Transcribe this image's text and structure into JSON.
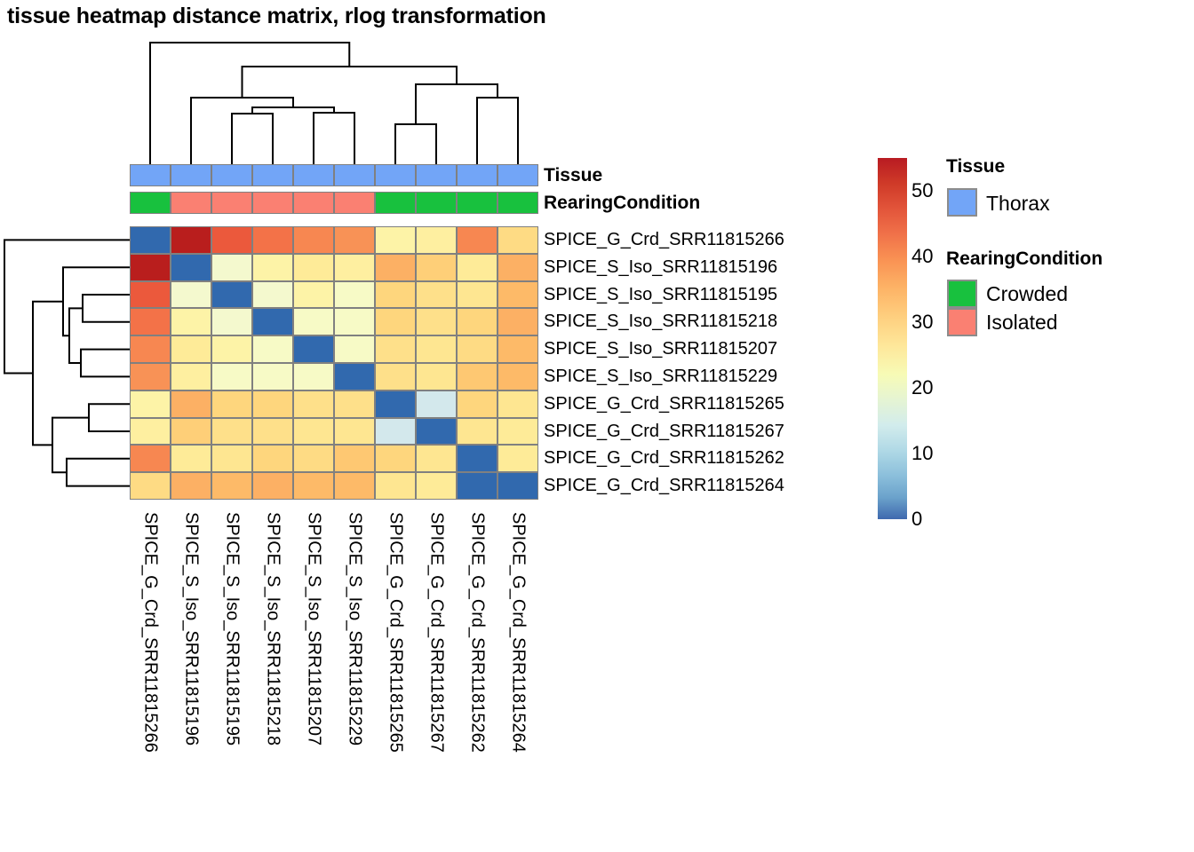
{
  "title": "tissue heatmap distance matrix, rlog transformation",
  "samples": [
    "SPICE_G_Crd_SRR11815266",
    "SPICE_S_Iso_SRR11815196",
    "SPICE_S_Iso_SRR11815195",
    "SPICE_S_Iso_SRR11815218",
    "SPICE_S_Iso_SRR11815207",
    "SPICE_S_Iso_SRR11815229",
    "SPICE_G_Crd_SRR11815265",
    "SPICE_G_Crd_SRR11815267",
    "SPICE_G_Crd_SRR11815262",
    "SPICE_G_Crd_SRR11815264"
  ],
  "annotations": {
    "tissue_title": "Tissue",
    "rearing_title": "RearingCondition",
    "tissue_values": [
      "Thorax",
      "Thorax",
      "Thorax",
      "Thorax",
      "Thorax",
      "Thorax",
      "Thorax",
      "Thorax",
      "Thorax",
      "Thorax"
    ],
    "rearing_values": [
      "Crowded",
      "Isolated",
      "Isolated",
      "Isolated",
      "Isolated",
      "Isolated",
      "Crowded",
      "Crowded",
      "Crowded",
      "Crowded"
    ]
  },
  "legends": {
    "tissue": {
      "title": "Tissue",
      "entries": [
        {
          "label": "Thorax",
          "color": "#72a5f7"
        }
      ]
    },
    "rearing": {
      "title": "RearingCondition",
      "entries": [
        {
          "label": "Crowded",
          "color": "#18c13e"
        },
        {
          "label": "Isolated",
          "color": "#fa8072"
        }
      ]
    }
  },
  "colorbar": {
    "ticks": [
      50,
      40,
      30,
      20,
      10,
      0
    ],
    "min": 0,
    "max": 55
  },
  "chart_data": {
    "type": "heatmap",
    "title": "tissue heatmap distance matrix, rlog transformation",
    "xlabel": "",
    "ylabel": "",
    "colormap": "RdYlBu_r",
    "vmin": 0,
    "vmax": 55,
    "legend_position": "right",
    "grid": false,
    "x": [
      "SPICE_G_Crd_SRR11815266",
      "SPICE_S_Iso_SRR11815196",
      "SPICE_S_Iso_SRR11815195",
      "SPICE_S_Iso_SRR11815218",
      "SPICE_S_Iso_SRR11815207",
      "SPICE_S_Iso_SRR11815229",
      "SPICE_G_Crd_SRR11815265",
      "SPICE_G_Crd_SRR11815267",
      "SPICE_G_Crd_SRR11815262",
      "SPICE_G_Crd_SRR11815264"
    ],
    "y": [
      "SPICE_G_Crd_SRR11815266",
      "SPICE_S_Iso_SRR11815196",
      "SPICE_S_Iso_SRR11815195",
      "SPICE_S_Iso_SRR11815218",
      "SPICE_S_Iso_SRR11815207",
      "SPICE_S_Iso_SRR11815229",
      "SPICE_G_Crd_SRR11815265",
      "SPICE_G_Crd_SRR11815267",
      "SPICE_G_Crd_SRR11815262",
      "SPICE_G_Crd_SRR11815264"
    ],
    "values": [
      [
        0,
        54,
        50,
        48,
        46,
        45,
        31,
        32,
        46,
        36
      ],
      [
        54,
        0,
        26,
        31,
        33,
        32,
        42,
        38,
        33,
        42
      ],
      [
        50,
        26,
        0,
        26,
        31,
        27,
        37,
        35,
        34,
        41
      ],
      [
        48,
        31,
        26,
        0,
        27,
        27,
        37,
        35,
        37,
        42
      ],
      [
        46,
        33,
        31,
        27,
        0,
        27,
        35,
        34,
        36,
        41
      ],
      [
        45,
        32,
        27,
        27,
        27,
        0,
        35,
        34,
        39,
        41
      ],
      [
        31,
        42,
        37,
        37,
        35,
        35,
        0,
        18,
        37,
        34
      ],
      [
        32,
        38,
        35,
        35,
        34,
        34,
        18,
        0,
        34,
        33
      ],
      [
        46,
        33,
        34,
        37,
        36,
        39,
        37,
        34,
        0,
        33
      ],
      [
        36,
        42,
        41,
        42,
        41,
        41,
        34,
        33,
        0,
        0
      ]
    ],
    "row_dendrogram": true,
    "col_dendrogram": true
  }
}
